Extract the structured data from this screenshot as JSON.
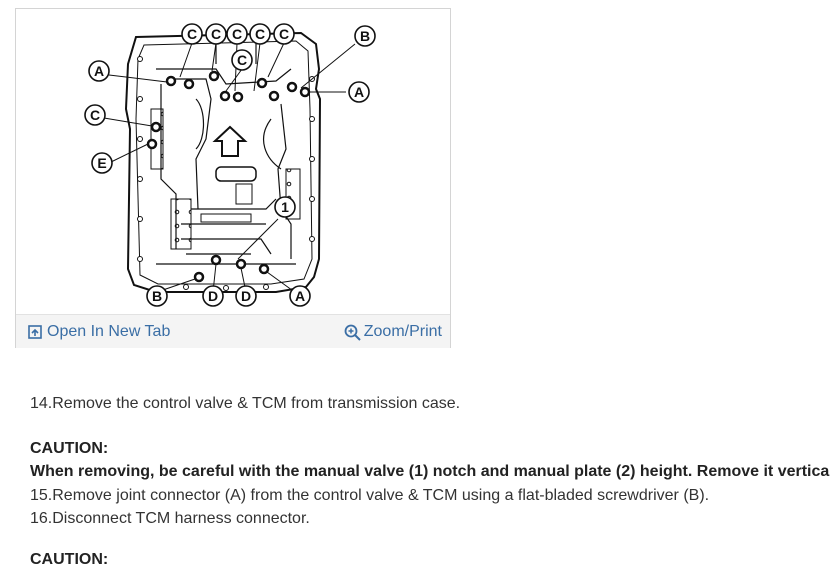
{
  "figure": {
    "callouts": {
      "top_row": [
        "C",
        "C",
        "C",
        "C"
      ],
      "top_center": "C",
      "top_right": "B",
      "left": [
        "A",
        "C",
        "E"
      ],
      "right": "A",
      "bottom": [
        "B",
        "D",
        "D",
        "A"
      ],
      "number": "1"
    },
    "open_tab_label": "Open In New Tab",
    "zoom_label": "Zoom/Print",
    "icons": [
      "open-in-new-tab-icon",
      "zoom-icon",
      "arrow-up-icon"
    ]
  },
  "steps": {
    "step14": "14.Remove the control valve & TCM from transmission case.",
    "caution1_heading": "CAUTION:",
    "caution1_text": "When removing, be careful with the manual valve (1) notch and manual plate (2) height. Remove it vertically.",
    "step15": "15.Remove joint connector (A) from the control valve & TCM using a flat-bladed screwdriver (B).",
    "step16": "16.Disconnect TCM harness connector.",
    "caution2_heading": "CAUTION:"
  },
  "colors": {
    "link": "#3a6ea5",
    "text": "#333333",
    "drawing": "#111111"
  }
}
